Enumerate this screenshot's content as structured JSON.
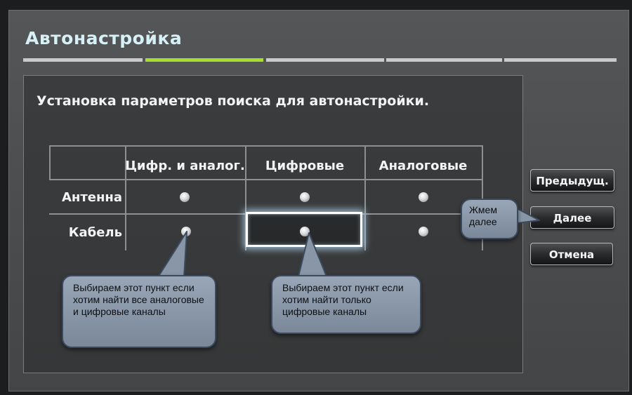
{
  "title": "Автонастройка",
  "steps": {
    "count": 5,
    "active_index": 1
  },
  "subtitle": "Установка параметров поиска для автонастройки.",
  "table": {
    "columns": [
      "Цифр. и аналог.",
      "Цифровые",
      "Аналоговые"
    ],
    "rows": [
      {
        "label": "Антенна",
        "selected": false
      },
      {
        "label": "Кабель",
        "selected": true,
        "focused_column": 1
      }
    ]
  },
  "buttons": {
    "prev": "Предыдущ.",
    "next": "Далее",
    "cancel": "Отмена"
  },
  "annotations": {
    "next_hint": "Жмем далее",
    "all_channels_hint": "Выбираем этот пункт если хотим найти все аналоговые и цифровые каналы",
    "digital_hint": "Выбираем этот пункт если хотим найти только цифровые каналы"
  },
  "colors": {
    "accent_step": "#a6e02a",
    "title_text": "#d7f0f6",
    "focus_border": "#ffffff",
    "callout_fill": "#8d9aab"
  }
}
